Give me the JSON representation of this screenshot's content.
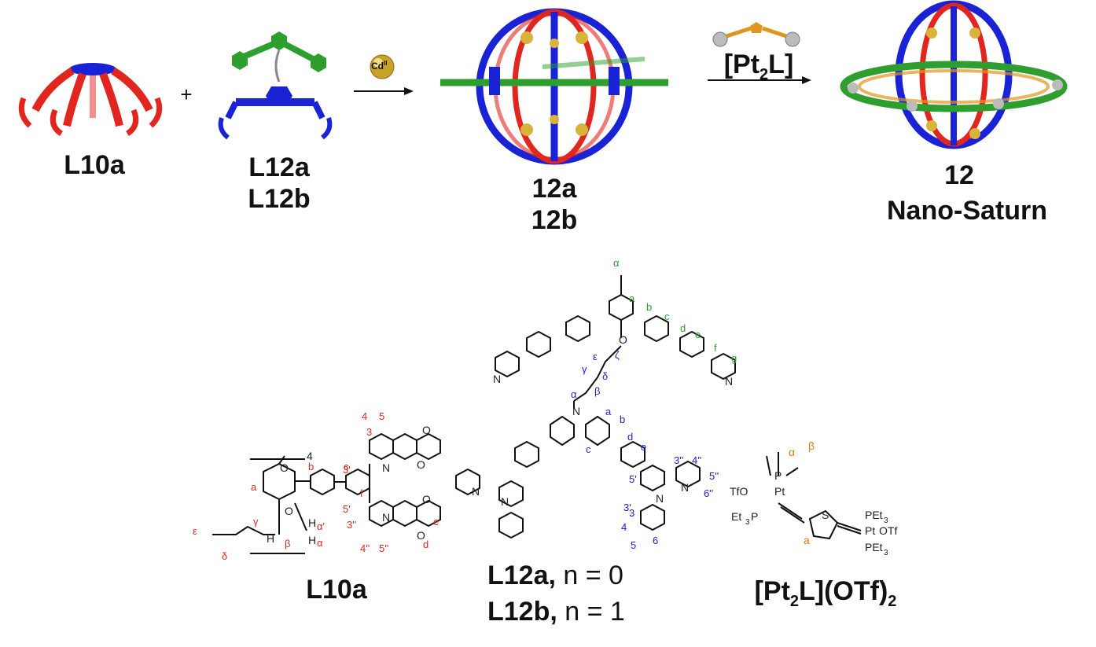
{
  "top": {
    "label_l10a": "L10a",
    "label_l12a": "L12a",
    "label_l12b": "L12b",
    "plus": "+",
    "label_12a": "12a",
    "label_12b": "12b",
    "label_12": "12",
    "label_nanosaturn": "Nano-Saturn",
    "catalyst_metal": "Cd",
    "catalyst_ox": "II",
    "reagent_pre": "[Pt",
    "reagent_sub": "2",
    "reagent_post": "L]"
  },
  "bottom": {
    "label_l10a": "L10a",
    "label_l12a_bold": "L12a,",
    "label_l12a_rest": " n = 0",
    "label_l12b_bold": "L12b,",
    "label_l12b_rest": " n = 1",
    "pt_pre": "[Pt",
    "pt_sub1": "2",
    "pt_mid": "L](OTf)",
    "pt_sub2": "2"
  },
  "colors": {
    "red": "#e0261e",
    "blue": "#1a22d6",
    "green": "#2e9e2e",
    "orange": "#e0961e",
    "gold": "#d8b43a"
  }
}
